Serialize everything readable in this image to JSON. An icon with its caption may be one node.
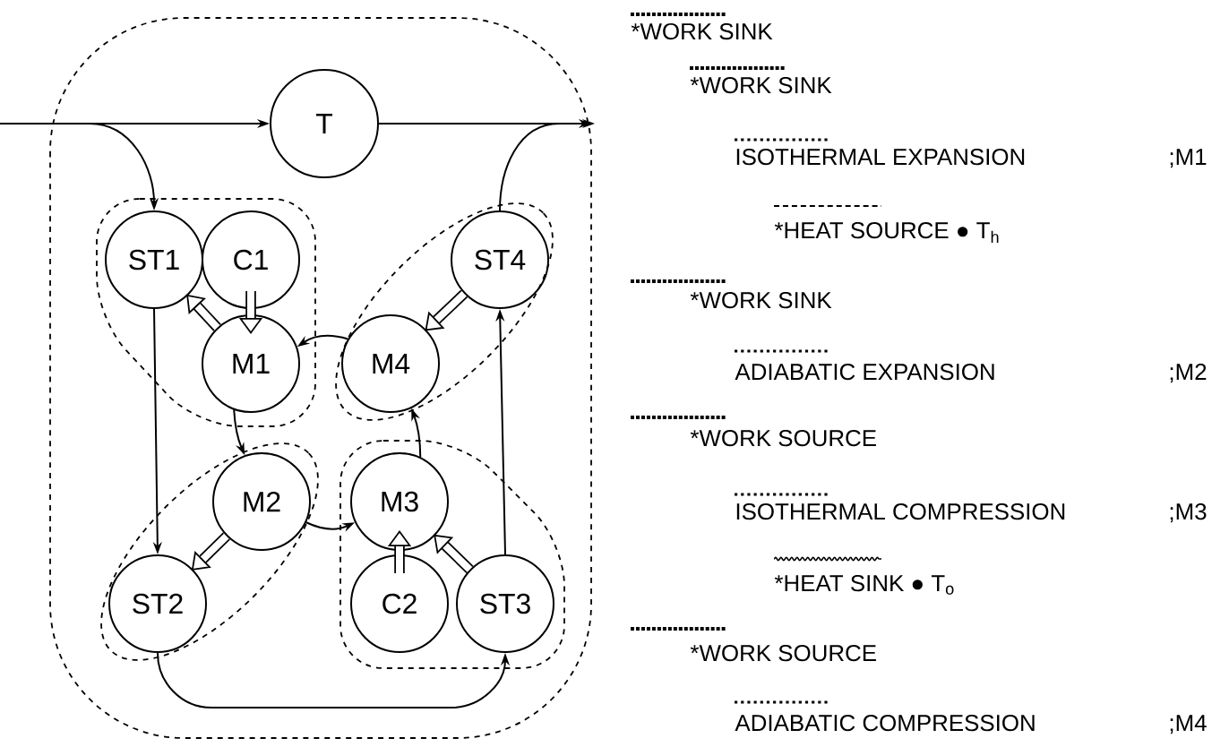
{
  "diagram": {
    "nodes": [
      {
        "text": [
          "T"
        ]
      },
      {
        "text": [
          "ST1"
        ]
      },
      {
        "text": [
          "C1"
        ]
      },
      {
        "text": [
          "ST4"
        ]
      },
      {
        "text": [
          "M1"
        ]
      },
      {
        "text": [
          "M4"
        ]
      },
      {
        "text": [
          "M2"
        ]
      },
      {
        "text": [
          "M3"
        ]
      },
      {
        "text": [
          "ST2"
        ]
      },
      {
        "text": [
          "C2"
        ]
      },
      {
        "text": [
          "ST3"
        ]
      }
    ],
    "edges": [
      {
        "from": null,
        "to": 0,
        "arrow": "to"
      },
      {
        "from": null,
        "to": 1,
        "arrow": "to"
      },
      {
        "from": 0,
        "to": null,
        "arrow": "to"
      },
      {
        "from": 3,
        "to": null,
        "arrow": "to"
      },
      {
        "from": 1,
        "to": 8,
        "arrow": "to"
      },
      {
        "from": 10,
        "to": 3,
        "arrow": "to"
      },
      {
        "from": 8,
        "to": 10,
        "arrow": "to"
      },
      {
        "from": 5,
        "to": 4,
        "arrow": "to"
      },
      {
        "from": 4,
        "to": 6,
        "arrow": "to"
      },
      {
        "from": 6,
        "to": 7,
        "arrow": "to"
      },
      {
        "from": 7,
        "to": 5,
        "arrow": "to"
      },
      {
        "from": 4,
        "to": 1,
        "arrow": "to",
        "style": "thick"
      },
      {
        "from": 2,
        "to": 4,
        "arrow": "to",
        "style": "thick"
      },
      {
        "from": 3,
        "to": 5,
        "arrow": "to",
        "style": "thick"
      },
      {
        "from": 6,
        "to": 8,
        "arrow": "to",
        "style": "thick"
      },
      {
        "from": 9,
        "to": 7,
        "arrow": "to",
        "style": "thick"
      },
      {
        "from": 10,
        "to": 7,
        "arrow": "to",
        "style": "thick"
      }
    ],
    "labels": [
      "*WORK SINK",
      "*WORK SINK",
      "ISOTHERMAL EXPANSION",
      ";M1",
      "*HEAT SOURCE ● T$_{h}$",
      "*WORK SINK",
      "ADIABATIC EXPANSION",
      ";M2",
      "*WORK SOURCE",
      "ISOTHERMAL COMPRESSION",
      ";M3",
      "*HEAT SINK ● T$_{o}$",
      "*WORK SOURCE",
      "ADIABATIC COMPRESSION",
      ";M4"
    ]
  }
}
